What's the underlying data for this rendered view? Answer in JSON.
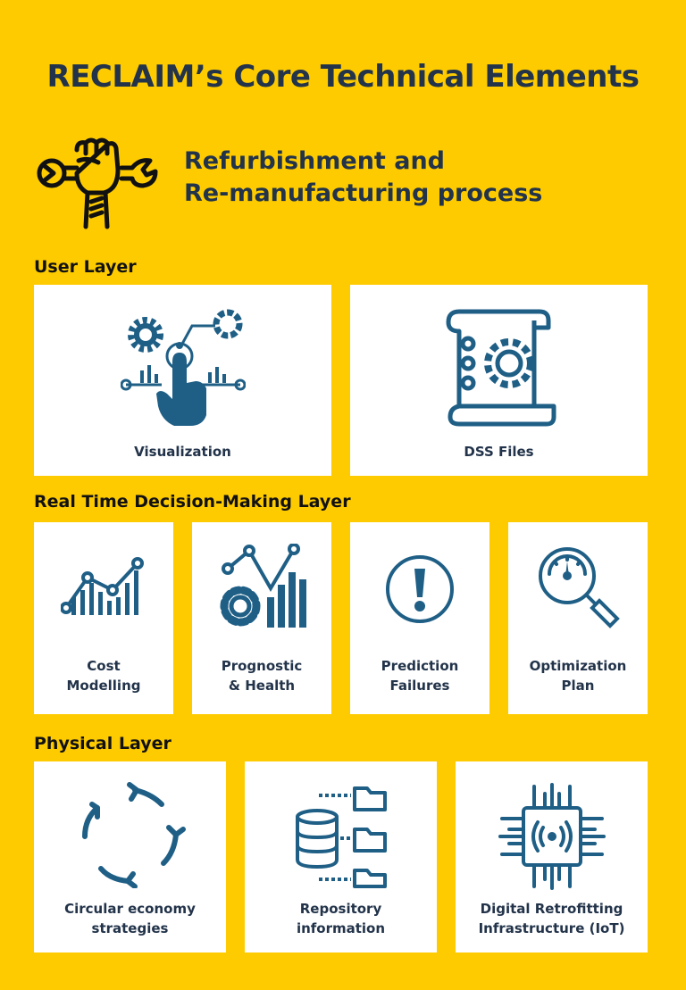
{
  "title": "RECLAIM’s Core Technical Elements",
  "hero": {
    "line1": "Refurbishment and",
    "line2": "Re-manufacturing process",
    "icon": "fist-wrench-icon"
  },
  "layers": {
    "user": {
      "label": "User Layer",
      "cards": [
        {
          "label": "Visualization",
          "icon": "gear-touch-chart-icon"
        },
        {
          "label": "DSS Files",
          "icon": "gear-document-icon"
        }
      ]
    },
    "decision": {
      "label": "Real Time Decision-Making Layer",
      "cards": [
        {
          "line1": "Cost",
          "line2": "Modelling",
          "icon": "line-chart-icon"
        },
        {
          "line1": "Prognostic",
          "line2": "& Health",
          "icon": "gear-bar-chart-icon"
        },
        {
          "line1": "Prediction",
          "line2": "Failures",
          "icon": "exclamation-icon"
        },
        {
          "line1": "Optimization",
          "line2": "Plan",
          "icon": "gauge-magnifier-icon"
        }
      ]
    },
    "physical": {
      "label": "Physical Layer",
      "cards": [
        {
          "line1": "Circular economy",
          "line2": "strategies",
          "icon": "circular-arrows-icon"
        },
        {
          "line1": "Repository",
          "line2": "information",
          "icon": "database-folders-icon"
        },
        {
          "line1": "Digital Retrofitting",
          "line2": "Infrastructure (IoT)",
          "icon": "iot-chip-icon"
        }
      ]
    }
  },
  "colors": {
    "background": "#FECB00",
    "icon": "#1F5F86",
    "text": "#22334A",
    "card": "#FFFFFF"
  }
}
